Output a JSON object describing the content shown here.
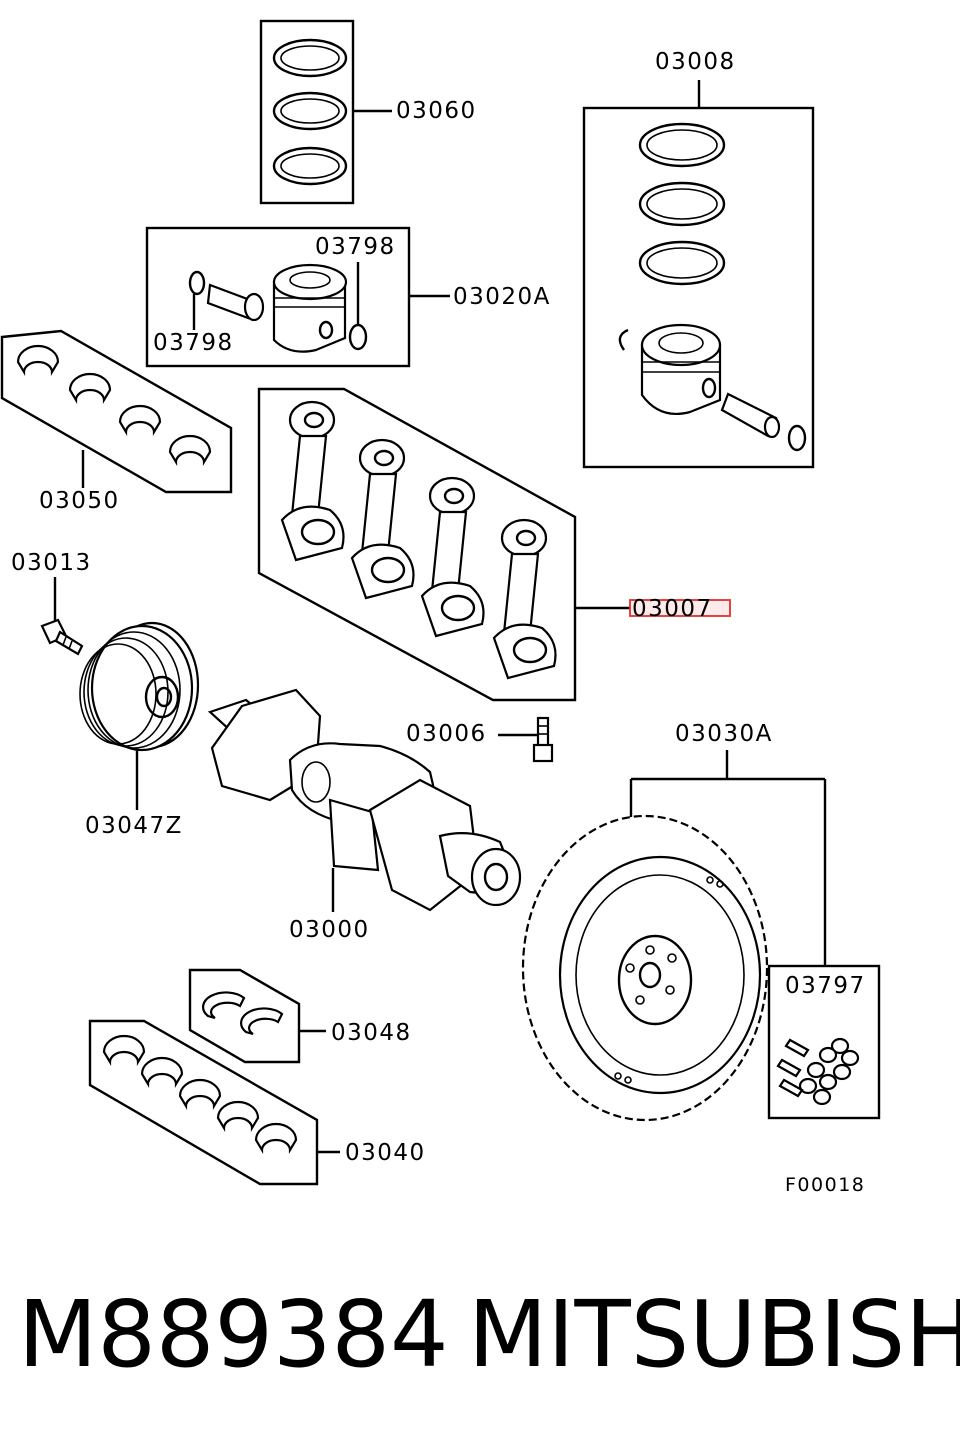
{
  "diagram": {
    "parts": {
      "p03060": "03060",
      "p03008": "03008",
      "p03798a": "03798",
      "p03798b": "03798",
      "p03020A": "03020A",
      "p03050": "03050",
      "p03013": "03013",
      "p03007": "03007",
      "p03006": "03006",
      "p03030A": "03030A",
      "p03047Z": "03047Z",
      "p03000": "03000",
      "p03797": "03797",
      "p03048": "03048",
      "p03040": "03040"
    },
    "figure_code": "F00018",
    "highlighted_part": "03007",
    "highlight_color": "#e03030"
  },
  "footer": {
    "part_number": "M889384",
    "brand": "MITSUBISHI"
  }
}
